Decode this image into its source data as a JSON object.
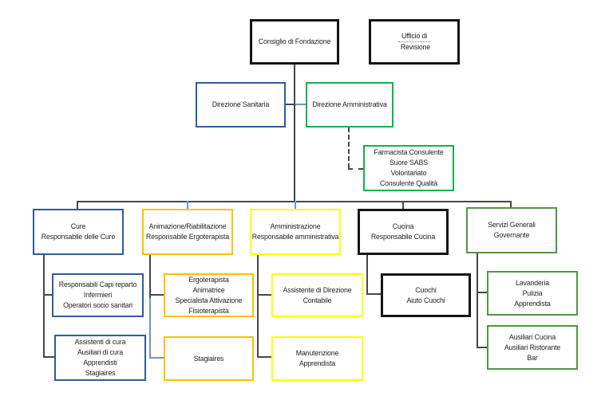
{
  "colors": {
    "black_border": "#141414",
    "blue_border": "#2e5c9a",
    "bright_green_border": "#12b150",
    "dark_green_border": "#4f9644",
    "orange_border": "#ffc000",
    "yellow_border": "#ffff00",
    "connector_dark": "#474747",
    "connector_blue": "#6f93cf"
  },
  "boxes": {
    "consiglio": {
      "lines": [
        "Consiglio di Fondazione"
      ]
    },
    "ufficio": {
      "underlined": "Ufficio di",
      "rest": "Revisione"
    },
    "sanitaria": {
      "lines": [
        "Direzione Sanitaria"
      ]
    },
    "amministrativa": {
      "lines": [
        "Direzione Amministrativa"
      ]
    },
    "consulenti": {
      "lines": [
        "Farmacista Consulente",
        "Suore SABS",
        "Volontariato",
        "Consulente Qualità"
      ]
    },
    "cure": {
      "lines": [
        "Cure",
        "Responsabile delle Cure"
      ]
    },
    "animazione": {
      "lines": [
        "Animazione/Riabilitazione",
        "Responsabile Ergoterapista"
      ]
    },
    "amministrazione": {
      "lines": [
        "Amministrazione",
        "Responsabile amministrativa"
      ]
    },
    "cucina": {
      "lines": [
        "Cucina",
        "Responsabile Cucina"
      ]
    },
    "servizi": {
      "lines": [
        "Servizi Generali",
        "Governante"
      ]
    },
    "cure_staff": {
      "lines": [
        "Responsabili Capi reparto",
        "Infermieri",
        "Operatori socio sanitari"
      ]
    },
    "cure_assistenti": {
      "lines": [
        "Assistenti di cura",
        "Ausiliari di cura",
        "Apprendisti",
        "Stagiaires"
      ]
    },
    "animazione_staff": {
      "lines": [
        "Ergoterapista",
        "Animatrice",
        "Specialista Attivazione",
        "Fisioterapista"
      ]
    },
    "animazione_stagiaires": {
      "lines": [
        "Stagiaires"
      ]
    },
    "amministrazione_staff": {
      "lines": [
        "Assistente di Direzione",
        "Contabile"
      ]
    },
    "manutenzione": {
      "lines": [
        "Manutenzione",
        "Apprendista"
      ]
    },
    "cucina_staff": {
      "lines": [
        "Cuochi",
        "Aiuto Cuochi"
      ]
    },
    "servizi_lavanderia": {
      "lines": [
        "Lavanderia",
        "Pulizia",
        "Apprendista"
      ]
    },
    "servizi_ausiliari": {
      "lines": [
        "Ausiliari Cucina",
        "Ausiliari Ristorante",
        "Bar"
      ]
    }
  }
}
